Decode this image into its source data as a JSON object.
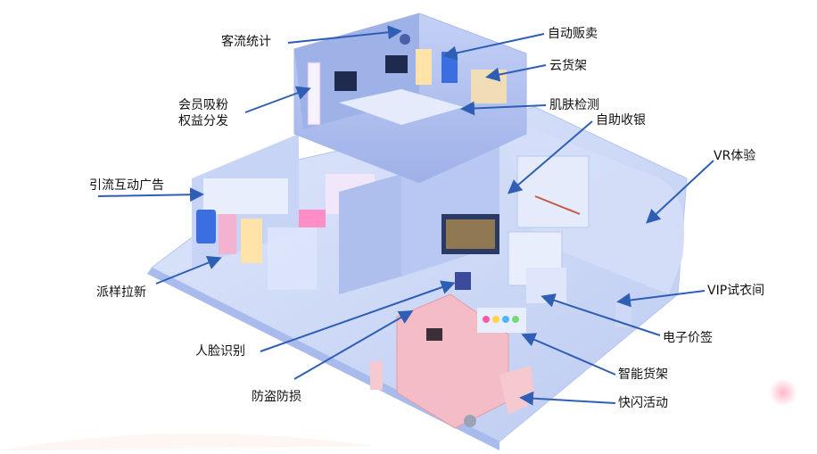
{
  "labels": {
    "visitor_stats": "客流统计",
    "member_rights_1": "会员吸粉",
    "member_rights_2": "权益分发",
    "traffic_ads": "引流互动广告",
    "sampling": "派样拉新",
    "face_recognition": "人脸识别",
    "anti_theft": "防盗防损",
    "vending": "自动贩卖",
    "cloud_shelf": "云货架",
    "skin_test": "肌肤检测",
    "self_checkout": "自助收银",
    "vr_experience": "VR体验",
    "vip_fitting": "VIP试衣间",
    "esl": "电子价签",
    "smart_shelf": "智能货架",
    "popup_event": "快闪活动"
  },
  "colors": {
    "arrow": "#2f5fb5",
    "floor": "#c9d6f5",
    "wall": "#aebfee",
    "wall_dark": "#8fa4e0",
    "truck": "#f0b4bd",
    "accent_pink": "#ff5aa5"
  }
}
